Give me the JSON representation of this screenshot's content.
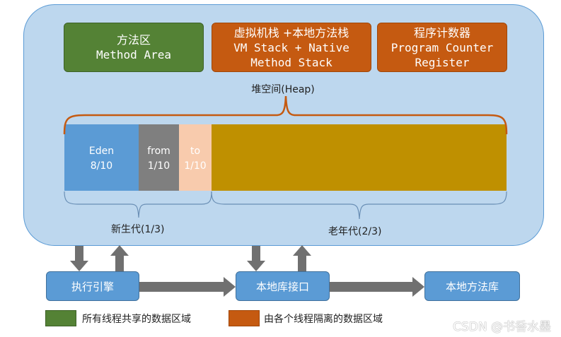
{
  "method_area": {
    "line1": "方法区",
    "line2": "Method Area",
    "color": "#548235"
  },
  "vm_stack": {
    "line1": "虚拟机栈 +本地方法栈",
    "line2": "VM Stack + Native",
    "line3": "Method Stack",
    "color": "#c55a11"
  },
  "pc_register": {
    "line1": "程序计数器",
    "line2": "Program Counter",
    "line3": "Register",
    "color": "#c55a11"
  },
  "heap": {
    "label": "堆空间(Heap)"
  },
  "eden": {
    "name": "Eden",
    "ratio": "8/10",
    "color": "#5b9bd5"
  },
  "from": {
    "name": "from",
    "ratio": "1/10",
    "color": "#7f7f7f"
  },
  "to": {
    "name": "to",
    "ratio": "1/10",
    "color": "#f8cbad"
  },
  "old": {
    "color": "#bf9000"
  },
  "young_gen_label": "新生代(1/3)",
  "old_gen_label": "老年代(2/3)",
  "bottom": {
    "engine": "执行引擎",
    "native_interface": "本地库接口",
    "native_library": "本地方法库"
  },
  "legend": {
    "shared": "所有线程共享的数据区域",
    "isolated": "由各个线程隔离的数据区域"
  },
  "watermark": "CSDN @书香水墨"
}
